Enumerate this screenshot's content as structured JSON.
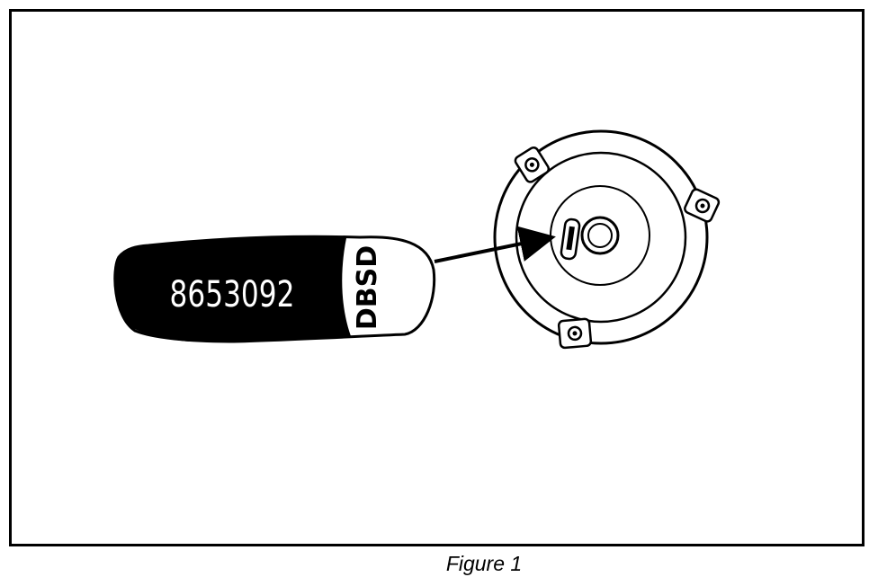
{
  "tag": {
    "number": "8653092",
    "code": "DBSD"
  },
  "caption": "Figure 1",
  "colors": {
    "ink": "#000000",
    "paper": "#ffffff"
  }
}
